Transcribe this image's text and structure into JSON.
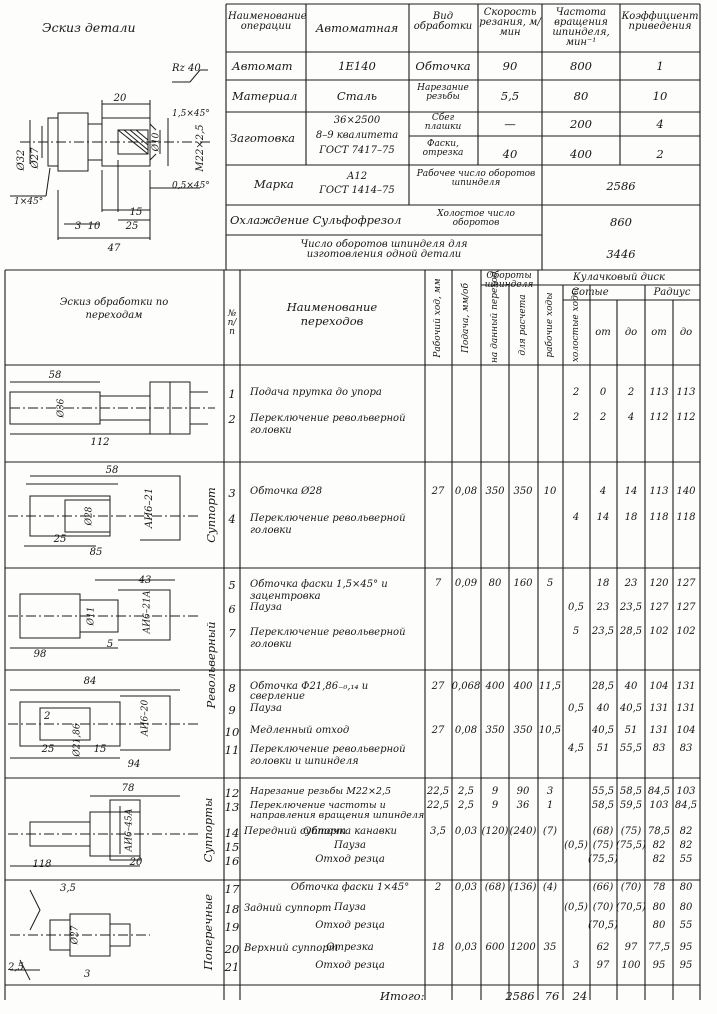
{
  "header": {
    "sketch_title": "Эскиз детали",
    "col_op_name": "Наименование операции",
    "col_automatic": "Автоматная",
    "col_type": "Вид обработки",
    "col_speed": "Скорость резания, м/мин",
    "col_rpm": "Частота вращения шпинделя, мин⁻¹",
    "col_coef": "Коэффициент приведения"
  },
  "params": [
    {
      "name": "Автомат",
      "value": "1Е140"
    },
    {
      "name": "Материал",
      "value": "Сталь"
    },
    {
      "name": "Заготовка",
      "value1": "36×2500",
      "value2": "8–9 квалитета",
      "value3": "ГОСТ 7417–75"
    },
    {
      "name": "Марка",
      "value1": "А12",
      "value2": "ГОСТ 1414–75"
    },
    {
      "name": "Охлаждение",
      "value": "Сульфофрезол"
    }
  ],
  "machining": [
    {
      "type": "Обточка",
      "speed": "90",
      "rpm": "800",
      "coef": "1"
    },
    {
      "type": "Нарезание резьбы",
      "speed": "5,5",
      "rpm": "80",
      "coef": "10"
    },
    {
      "type": "Сбег плашки",
      "speed": "—",
      "rpm": "200",
      "coef": "4"
    },
    {
      "type": "Фаски, отрезка",
      "speed": "40",
      "rpm": "400",
      "coef": "2"
    }
  ],
  "summary": [
    {
      "label": "Рабочее число оборотов шпинделя",
      "value": "2586"
    },
    {
      "label": "Холостое число оборотов",
      "value": "860"
    },
    {
      "label": "Число оборотов шпинделя для изготовления одной детали",
      "value": "3446"
    }
  ],
  "part_dims": {
    "rz": "Rz 40",
    "d20": "20",
    "ch15": "1,5×45°",
    "d10": "Ø10",
    "m22": "M22×2,5",
    "d32": "Ø32",
    "d27": "Ø27",
    "ch05": "0,5×45°",
    "ch1": "1×45°",
    "d15": "15",
    "d25": "25",
    "d3": "3",
    "d10b": "10",
    "d47": "47"
  },
  "table_head": {
    "sketch": "Эскиз обработки по переходам",
    "num": "№ п/п",
    "name": "Наименование переходов",
    "stroke": "Рабочий ход, мм",
    "feed": "Подача, мм/об",
    "revs": "Обороты шпинделя",
    "rev_given": "на данный переход",
    "rev_calc": "для расчета",
    "cam": "Кулачковый диск",
    "work": "рабочие ходы",
    "idle": "холостые ходы",
    "hundredths": "Сотые",
    "radius": "Радиус",
    "from": "от",
    "to": "до"
  },
  "groups": [
    {
      "label": "Суппорт"
    },
    {
      "label": "Револьверный"
    },
    {
      "label": "Суппорты"
    },
    {
      "label": "Поперечные"
    }
  ],
  "sketches": [
    {
      "a": "58",
      "b": "Ø36",
      "c": "112"
    },
    {
      "a": "58",
      "b": "Ø28",
      "c": "АИ6–21",
      "d": "25",
      "e": "85"
    },
    {
      "a": "43",
      "b": "Ø11",
      "c": "АИ6–21А",
      "d": "5",
      "e": "98"
    },
    {
      "a": "84",
      "b": "2",
      "c": "АИ6–20",
      "d": "25",
      "e": "15",
      "f": "94",
      "g": "Ø21,86"
    },
    {
      "a": "78",
      "b": "АИ6–45А",
      "c": "118",
      "d": "20"
    },
    {
      "a": "3,5",
      "b": "Ø27",
      "c": "2,5",
      "d": "3"
    }
  ],
  "steps": [
    {
      "n": "1",
      "name": "Подача прутка до упора",
      "stroke": "",
      "feed": "",
      "rg": "",
      "rc": "",
      "w": "",
      "i": "2",
      "from": "0",
      "to": "2",
      "r1": "113",
      "r2": "113"
    },
    {
      "n": "2",
      "name": "Переключение револьверной головки",
      "stroke": "",
      "feed": "",
      "rg": "",
      "rc": "",
      "w": "",
      "i": "2",
      "from": "2",
      "to": "4",
      "r1": "112",
      "r2": "112"
    },
    {
      "n": "3",
      "name": "Обточка Ø28",
      "stroke": "27",
      "feed": "0,08",
      "rg": "350",
      "rc": "350",
      "w": "10",
      "i": "",
      "from": "4",
      "to": "14",
      "r1": "113",
      "r2": "140"
    },
    {
      "n": "4",
      "name": "Переключение револьверной головки",
      "stroke": "",
      "feed": "",
      "rg": "",
      "rc": "",
      "w": "",
      "i": "4",
      "from": "14",
      "to": "18",
      "r1": "118",
      "r2": "118"
    },
    {
      "n": "5",
      "name": "Обточка фаски 1,5×45° и зацентровка",
      "stroke": "7",
      "feed": "0,09",
      "rg": "80",
      "rc": "160",
      "w": "5",
      "i": "",
      "from": "18",
      "to": "23",
      "r1": "120",
      "r2": "127"
    },
    {
      "n": "6",
      "name": "Пауза",
      "stroke": "",
      "feed": "",
      "rg": "",
      "rc": "",
      "w": "",
      "i": "0,5",
      "from": "23",
      "to": "23,5",
      "r1": "127",
      "r2": "127"
    },
    {
      "n": "7",
      "name": "Переключение револьверной головки",
      "stroke": "",
      "feed": "",
      "rg": "",
      "rc": "",
      "w": "",
      "i": "5",
      "from": "23,5",
      "to": "28,5",
      "r1": "102",
      "r2": "102"
    },
    {
      "n": "8",
      "name": "Обточка Ф21,86₋₀,₁₄ и сверление",
      "stroke": "27",
      "feed": "0,068",
      "rg": "400",
      "rc": "400",
      "w": "11,5",
      "i": "",
      "from": "28,5",
      "to": "40",
      "r1": "104",
      "r2": "131"
    },
    {
      "n": "9",
      "name": "Пауза",
      "stroke": "",
      "feed": "",
      "rg": "",
      "rc": "",
      "w": "",
      "i": "0,5",
      "from": "40",
      "to": "40,5",
      "r1": "131",
      "r2": "131"
    },
    {
      "n": "10",
      "name": "Медленный отход",
      "stroke": "27",
      "feed": "0,08",
      "rg": "350",
      "rc": "350",
      "w": "10,5",
      "i": "",
      "from": "40,5",
      "to": "51",
      "r1": "131",
      "r2": "104"
    },
    {
      "n": "11",
      "name": "Переключение револьверной головки и шпинделя",
      "stroke": "",
      "feed": "",
      "rg": "",
      "rc": "",
      "w": "",
      "i": "4,5",
      "from": "51",
      "to": "55,5",
      "r1": "83",
      "r2": "83"
    },
    {
      "n": "12",
      "name": "Нарезание резьбы М22×2,5",
      "stroke": "22,5",
      "feed": "2,5",
      "rg": "9",
      "rc": "90",
      "w": "3",
      "i": "",
      "from": "55,5",
      "to": "58,5",
      "r1": "84,5",
      "r2": "103"
    },
    {
      "n": "13",
      "name": "Переключение частоты и направления вращения шпинделя",
      "stroke": "22,5",
      "feed": "2,5",
      "rg": "9",
      "rc": "36",
      "w": "1",
      "i": "",
      "from": "58,5",
      "to": "59,5",
      "r1": "103",
      "r2": "84,5"
    },
    {
      "n": "14",
      "name": "Обточка канавки",
      "stroke": "3,5",
      "feed": "0,03",
      "rg": "(120)",
      "rc": "(240)",
      "w": "(7)",
      "i": "",
      "from": "(68)",
      "to": "(75)",
      "r1": "78,5",
      "r2": "82"
    },
    {
      "n": "15",
      "name": "Пауза",
      "stroke": "",
      "feed": "",
      "rg": "",
      "rc": "",
      "w": "",
      "i": "(0,5)",
      "from": "(75)",
      "to": "(75,5)",
      "r1": "82",
      "r2": "82"
    },
    {
      "n": "16",
      "name": "Отход резца",
      "stroke": "",
      "feed": "",
      "rg": "",
      "rc": "",
      "w": "",
      "i": "",
      "from": "(75,5)",
      "to": "",
      "r1": "82",
      "r2": "55"
    },
    {
      "n": "17",
      "name": "Обточка фаски 1×45°",
      "stroke": "2",
      "feed": "0,03",
      "rg": "(68)",
      "rc": "(136)",
      "w": "(4)",
      "i": "",
      "from": "(66)",
      "to": "(70)",
      "r1": "78",
      "r2": "80"
    },
    {
      "n": "18",
      "name": "Пауза",
      "stroke": "",
      "feed": "",
      "rg": "",
      "rc": "",
      "w": "",
      "i": "(0,5)",
      "from": "(70)",
      "to": "(70,5)",
      "r1": "80",
      "r2": "80"
    },
    {
      "n": "19",
      "name": "Отход резца",
      "stroke": "",
      "feed": "",
      "rg": "",
      "rc": "",
      "w": "",
      "i": "",
      "from": "(70,5)",
      "to": "",
      "r1": "80",
      "r2": "55"
    },
    {
      "n": "20",
      "name": "Отрезка",
      "stroke": "18",
      "feed": "0,03",
      "rg": "600",
      "rc": "1200",
      "w": "35",
      "i": "",
      "from": "62",
      "to": "97",
      "r1": "77,5",
      "r2": "95"
    },
    {
      "n": "21",
      "name": "Отход резца",
      "stroke": "",
      "feed": "",
      "rg": "",
      "rc": "",
      "w": "",
      "i": "3",
      "from": "97",
      "to": "100",
      "r1": "95",
      "r2": "95"
    }
  ],
  "brackets": {
    "front": "Передний суппорт",
    "rear": "Задний суппорт",
    "top": "Верхний суппорт"
  },
  "totals": {
    "label": "Итого:",
    "rc": "2586",
    "w": "76",
    "i": "24"
  }
}
